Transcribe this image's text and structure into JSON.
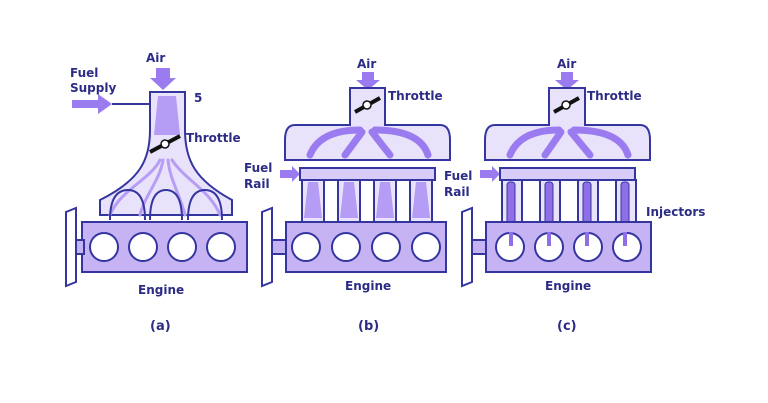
{
  "panels": {
    "a": {
      "air": "Air",
      "fuel_supply_line1": "Fuel",
      "fuel_supply_line2": "Supply",
      "marker": "5",
      "throttle": "Throttle",
      "engine": "Engine",
      "caption": "(a)"
    },
    "b": {
      "air": "Air",
      "throttle": "Throttle",
      "fuel_rail_line1": "Fuel",
      "fuel_rail_line2": "Rail",
      "engine": "Engine",
      "caption": "(b)"
    },
    "c": {
      "air": "Air",
      "throttle": "Throttle",
      "fuel_rail_line1": "Fuel",
      "fuel_rail_line2": "Rail",
      "injectors": "Injectors",
      "engine": "Engine",
      "caption": "(c)"
    }
  },
  "colors": {
    "outline": "#3535a0",
    "text": "#2c2c86",
    "flow": "#9b7cf0",
    "block": "#c6b3f3",
    "light": "#e9e2fb"
  }
}
